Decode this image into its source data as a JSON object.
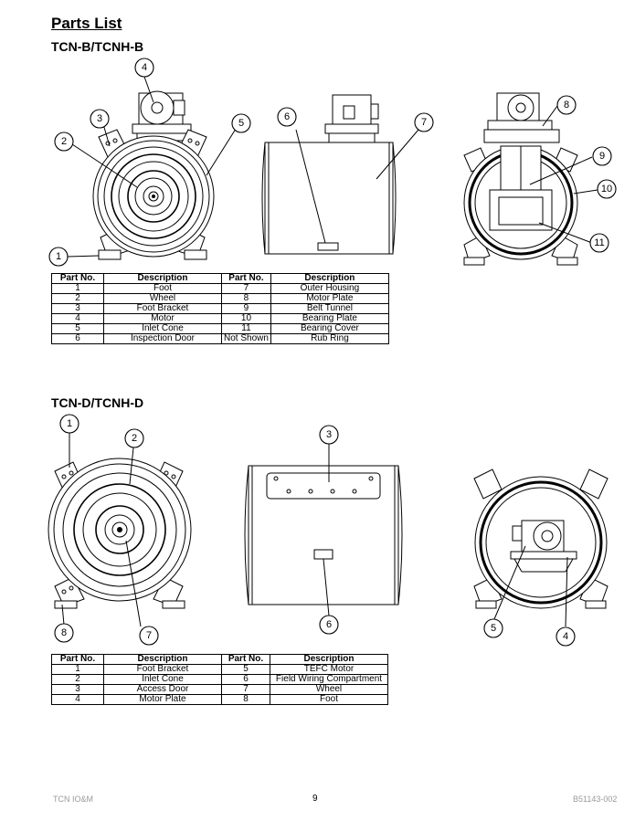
{
  "page": {
    "title": "Parts List",
    "footer_left": "TCN IO&M",
    "page_number": "9",
    "footer_right": "B51143-002"
  },
  "section_b": {
    "heading": "TCN-B/TCNH-B",
    "callouts": [
      "1",
      "2",
      "3",
      "4",
      "5",
      "6",
      "7",
      "8",
      "9",
      "10",
      "11"
    ],
    "table": {
      "headers": [
        "Part No.",
        "Description",
        "Part No.",
        "Description"
      ],
      "rows": [
        [
          "1",
          "Foot",
          "7",
          "Outer Housing"
        ],
        [
          "2",
          "Wheel",
          "8",
          "Motor Plate"
        ],
        [
          "3",
          "Foot Bracket",
          "9",
          "Belt Tunnel"
        ],
        [
          "4",
          "Motor",
          "10",
          "Bearing Plate"
        ],
        [
          "5",
          "Inlet Cone",
          "11",
          "Bearing Cover"
        ],
        [
          "6",
          "Inspection Door",
          "Not Shown",
          "Rub Ring"
        ]
      ]
    }
  },
  "section_d": {
    "heading": "TCN-D/TCNH-D",
    "callouts": [
      "1",
      "2",
      "3",
      "4",
      "5",
      "6",
      "7",
      "8"
    ],
    "table": {
      "headers": [
        "Part No.",
        "Description",
        "Part No.",
        "Description"
      ],
      "rows": [
        [
          "1",
          "Foot Bracket",
          "5",
          "TEFC Motor"
        ],
        [
          "2",
          "Inlet Cone",
          "6",
          "Field Wiring Compartment"
        ],
        [
          "3",
          "Access Door",
          "7",
          "Wheel"
        ],
        [
          "4",
          "Motor Plate",
          "8",
          "Foot"
        ]
      ]
    }
  }
}
